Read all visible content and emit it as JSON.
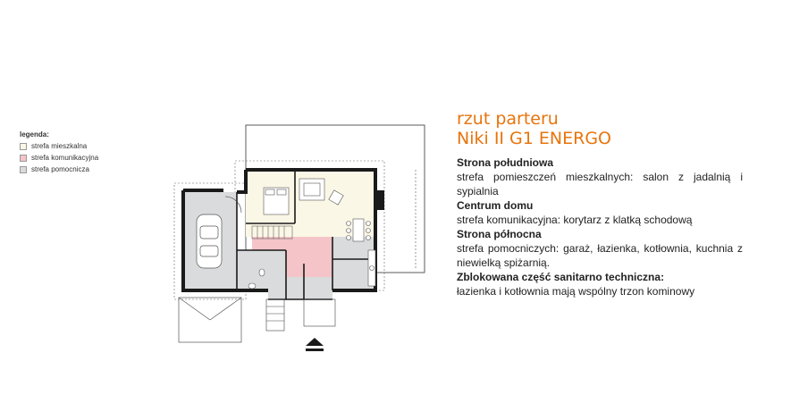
{
  "legend": {
    "title": "legenda:",
    "items": [
      {
        "label": "strefa mieszkalna",
        "color": "#fbf7e6"
      },
      {
        "label": "strefa komunikacyjna",
        "color": "#f4c4c8"
      },
      {
        "label": "strefa pomocnicza",
        "color": "#d9dbdc"
      }
    ]
  },
  "info": {
    "title_line1": "rzut parteru",
    "title_line2": "Niki II G1 ENERGO",
    "sections": [
      {
        "heading": "Strona południowa",
        "text": "strefa pomieszczeń mieszkalnych: salon z jadalnią i sypialnia"
      },
      {
        "heading": "Centrum domu",
        "text": "strefa komunikacyjna: korytarz z  klatką schodową"
      },
      {
        "heading": "Strona północna",
        "text": "strefa pomocniczych: garaż, łazienka, kotłow­nia, kuchnia z niewielką spiżarnią."
      },
      {
        "heading": "Zblokowana część sanitarno techniczna:",
        "text": "łazienka i kotłownia mają wspólny trzon kominowy"
      }
    ]
  },
  "colors": {
    "accent": "#e8740c",
    "wall": "#1a1a1a"
  }
}
